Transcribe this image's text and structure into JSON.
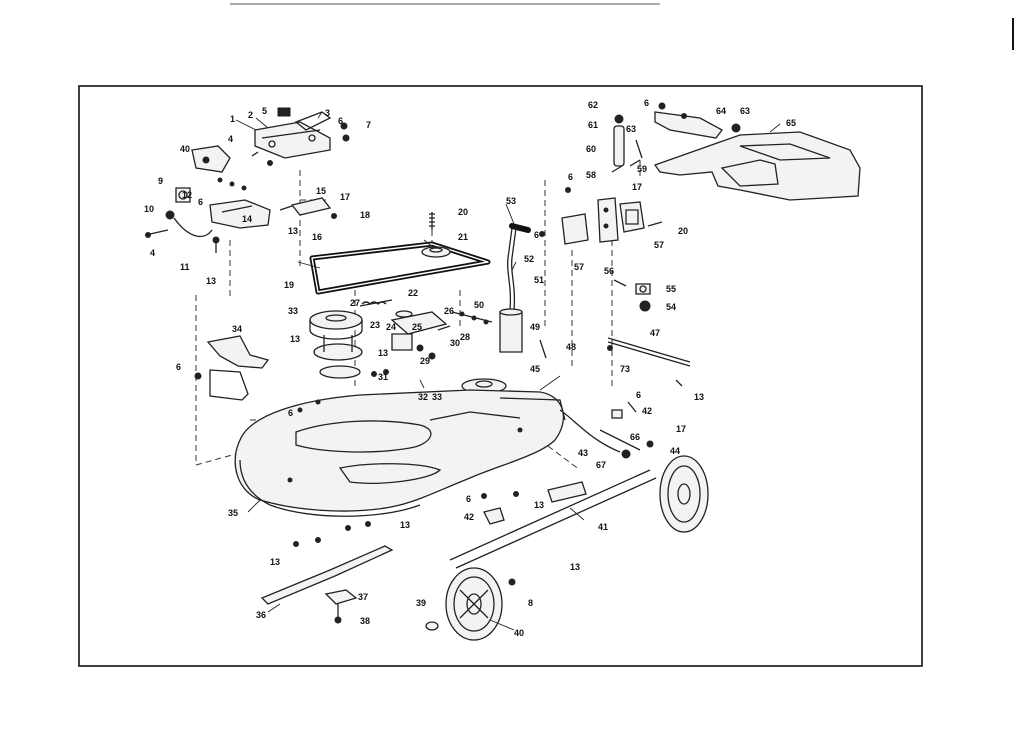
{
  "diagram": {
    "labels": [
      {
        "id": "l1",
        "text": "1"
      },
      {
        "id": "l2",
        "text": "2"
      },
      {
        "id": "l3",
        "text": "3"
      },
      {
        "id": "l5",
        "text": "5"
      },
      {
        "id": "l6a",
        "text": "6"
      },
      {
        "id": "l7",
        "text": "7"
      },
      {
        "id": "l4a",
        "text": "4"
      },
      {
        "id": "l40",
        "text": "40"
      },
      {
        "id": "l9",
        "text": "9"
      },
      {
        "id": "l12",
        "text": "12"
      },
      {
        "id": "l10",
        "text": "10"
      },
      {
        "id": "l6b",
        "text": "6"
      },
      {
        "id": "l4b",
        "text": "4"
      },
      {
        "id": "l11",
        "text": "11"
      },
      {
        "id": "l13a",
        "text": "13"
      },
      {
        "id": "l14",
        "text": "14"
      },
      {
        "id": "l13b",
        "text": "13"
      },
      {
        "id": "l16",
        "text": "16"
      },
      {
        "id": "l15",
        "text": "15"
      },
      {
        "id": "l17a",
        "text": "17"
      },
      {
        "id": "l18",
        "text": "18"
      },
      {
        "id": "l20a",
        "text": "20"
      },
      {
        "id": "l21",
        "text": "21"
      },
      {
        "id": "l19",
        "text": "19"
      },
      {
        "id": "l53",
        "text": "53"
      },
      {
        "id": "l52",
        "text": "52"
      },
      {
        "id": "l51",
        "text": "51"
      },
      {
        "id": "l6c",
        "text": "6"
      },
      {
        "id": "l57a",
        "text": "57"
      },
      {
        "id": "l62",
        "text": "62"
      },
      {
        "id": "l61",
        "text": "61"
      },
      {
        "id": "l60",
        "text": "60"
      },
      {
        "id": "l63a",
        "text": "63"
      },
      {
        "id": "l59",
        "text": "59"
      },
      {
        "id": "l58",
        "text": "58"
      },
      {
        "id": "l6d",
        "text": "6"
      },
      {
        "id": "l64",
        "text": "64"
      },
      {
        "id": "l63b",
        "text": "63"
      },
      {
        "id": "l65",
        "text": "65"
      },
      {
        "id": "l17b",
        "text": "17"
      },
      {
        "id": "l20b",
        "text": "20"
      },
      {
        "id": "l57b",
        "text": "57"
      },
      {
        "id": "l6e",
        "text": "6"
      },
      {
        "id": "l56",
        "text": "56"
      },
      {
        "id": "l55",
        "text": "55"
      },
      {
        "id": "l54",
        "text": "54"
      },
      {
        "id": "l27",
        "text": "27"
      },
      {
        "id": "l22",
        "text": "22"
      },
      {
        "id": "l26",
        "text": "26"
      },
      {
        "id": "l50",
        "text": "50"
      },
      {
        "id": "l33a",
        "text": "33"
      },
      {
        "id": "l23",
        "text": "23"
      },
      {
        "id": "l24",
        "text": "24"
      },
      {
        "id": "l25",
        "text": "25"
      },
      {
        "id": "l28",
        "text": "28"
      },
      {
        "id": "l49",
        "text": "49"
      },
      {
        "id": "l34",
        "text": "34"
      },
      {
        "id": "l13c",
        "text": "13"
      },
      {
        "id": "l13d",
        "text": "13"
      },
      {
        "id": "l31",
        "text": "31"
      },
      {
        "id": "l29",
        "text": "29"
      },
      {
        "id": "l30",
        "text": "30"
      },
      {
        "id": "l48",
        "text": "48"
      },
      {
        "id": "l47",
        "text": "47"
      },
      {
        "id": "l73",
        "text": "73"
      },
      {
        "id": "l13e",
        "text": "13"
      },
      {
        "id": "l6f",
        "text": "6"
      },
      {
        "id": "l32",
        "text": "32"
      },
      {
        "id": "l33b",
        "text": "33"
      },
      {
        "id": "l45",
        "text": "45"
      },
      {
        "id": "l6g",
        "text": "6"
      },
      {
        "id": "l6h",
        "text": "6"
      },
      {
        "id": "l42a",
        "text": "42"
      },
      {
        "id": "l17c",
        "text": "17"
      },
      {
        "id": "l66",
        "text": "66"
      },
      {
        "id": "l44",
        "text": "44"
      },
      {
        "id": "l43",
        "text": "43"
      },
      {
        "id": "l67",
        "text": "67"
      },
      {
        "id": "l35",
        "text": "35"
      },
      {
        "id": "l6i",
        "text": "6"
      },
      {
        "id": "l13f",
        "text": "13"
      },
      {
        "id": "l42b",
        "text": "42"
      },
      {
        "id": "l41",
        "text": "41"
      },
      {
        "id": "l13g",
        "text": "13"
      },
      {
        "id": "l13h",
        "text": "13"
      },
      {
        "id": "l13i",
        "text": "13"
      },
      {
        "id": "l36",
        "text": "36"
      },
      {
        "id": "l37",
        "text": "37"
      },
      {
        "id": "l38",
        "text": "38"
      },
      {
        "id": "l39",
        "text": "39"
      },
      {
        "id": "l40b",
        "text": "40"
      },
      {
        "id": "l8",
        "text": "8"
      }
    ]
  }
}
